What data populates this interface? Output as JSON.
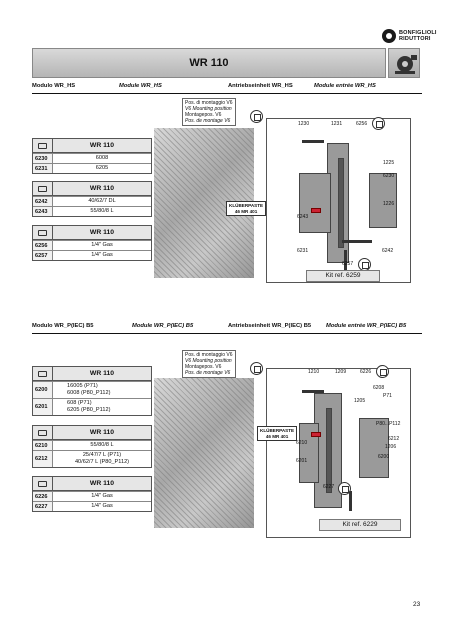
{
  "brand": {
    "line1": "BONFIGLIOLI",
    "line2": "RIDUTTORI"
  },
  "title": "WR 110",
  "section1": {
    "modules": [
      "Modulo WR_HS",
      "Module WR_HS",
      "Antriebseinheit WR_HS",
      "Module entrée WR_HS"
    ],
    "tables": [
      {
        "header": "WR 110",
        "rows": [
          {
            "code": "6230",
            "desc": "6008"
          },
          {
            "code": "6231",
            "desc": "6205"
          }
        ]
      },
      {
        "header": "WR 110",
        "rows": [
          {
            "code": "6242",
            "desc": "40/62/7 DL"
          },
          {
            "code": "6243",
            "desc": "55/80/8 L"
          }
        ]
      },
      {
        "header": "WR 110",
        "rows": [
          {
            "code": "6256",
            "desc": "1/4\" Gas"
          },
          {
            "code": "6257",
            "desc": "1/4\" Gas"
          }
        ]
      }
    ],
    "pos_note": [
      "Pos. di montaggio V6",
      "V6 Mounting position",
      "Montagepos. V6",
      "Pos. de montage V6"
    ],
    "labels": [
      "1230",
      "1231",
      "6256",
      "1225",
      "6230",
      "1226",
      "6243",
      "6231",
      "6242",
      "6257"
    ],
    "klueber": [
      "KLÜBERPASTE",
      "46 MR 401"
    ],
    "kit": "Kit ref. 6259"
  },
  "section2": {
    "modules": [
      "Modulo WR_P(IEC) B5",
      "Module WR_P(IEC) B5",
      "Antriebseinheit WR_P(IEC) B5",
      "Module entrée WR_P(IEC) B5"
    ],
    "tables": [
      {
        "header": "WR 110",
        "rows": [
          {
            "code": "6200",
            "desc": "16005 (P71)\n6008 (P80_P112)"
          },
          {
            "code": "6201",
            "desc": "608 (P71)\n6205 (P80_P112)"
          }
        ]
      },
      {
        "header": "WR 110",
        "rows": [
          {
            "code": "6210",
            "desc": "55/80/8 L"
          },
          {
            "code": "6212",
            "desc": "25/47/7 L (P71)\n40/62/7 L (P80_P112)"
          }
        ]
      },
      {
        "header": "WR 110",
        "rows": [
          {
            "code": "6226",
            "desc": "1/4\" Gas"
          },
          {
            "code": "6227",
            "desc": "1/4\" Gas"
          }
        ]
      }
    ],
    "pos_note": [
      "Pos. di montaggio V6",
      "V6 Mounting position",
      "Montagepos. V6",
      "Pos. de montage V6"
    ],
    "labels": [
      "1210",
      "1209",
      "6226",
      "6208",
      "P71",
      "1205",
      "P80...P112",
      "6212",
      "1206",
      "6200",
      "6210",
      "6201",
      "6227"
    ],
    "klueber": [
      "KLÜBERPASTE",
      "46 MR 401"
    ],
    "kit": "Kit ref. 6229"
  },
  "page_number": "23"
}
